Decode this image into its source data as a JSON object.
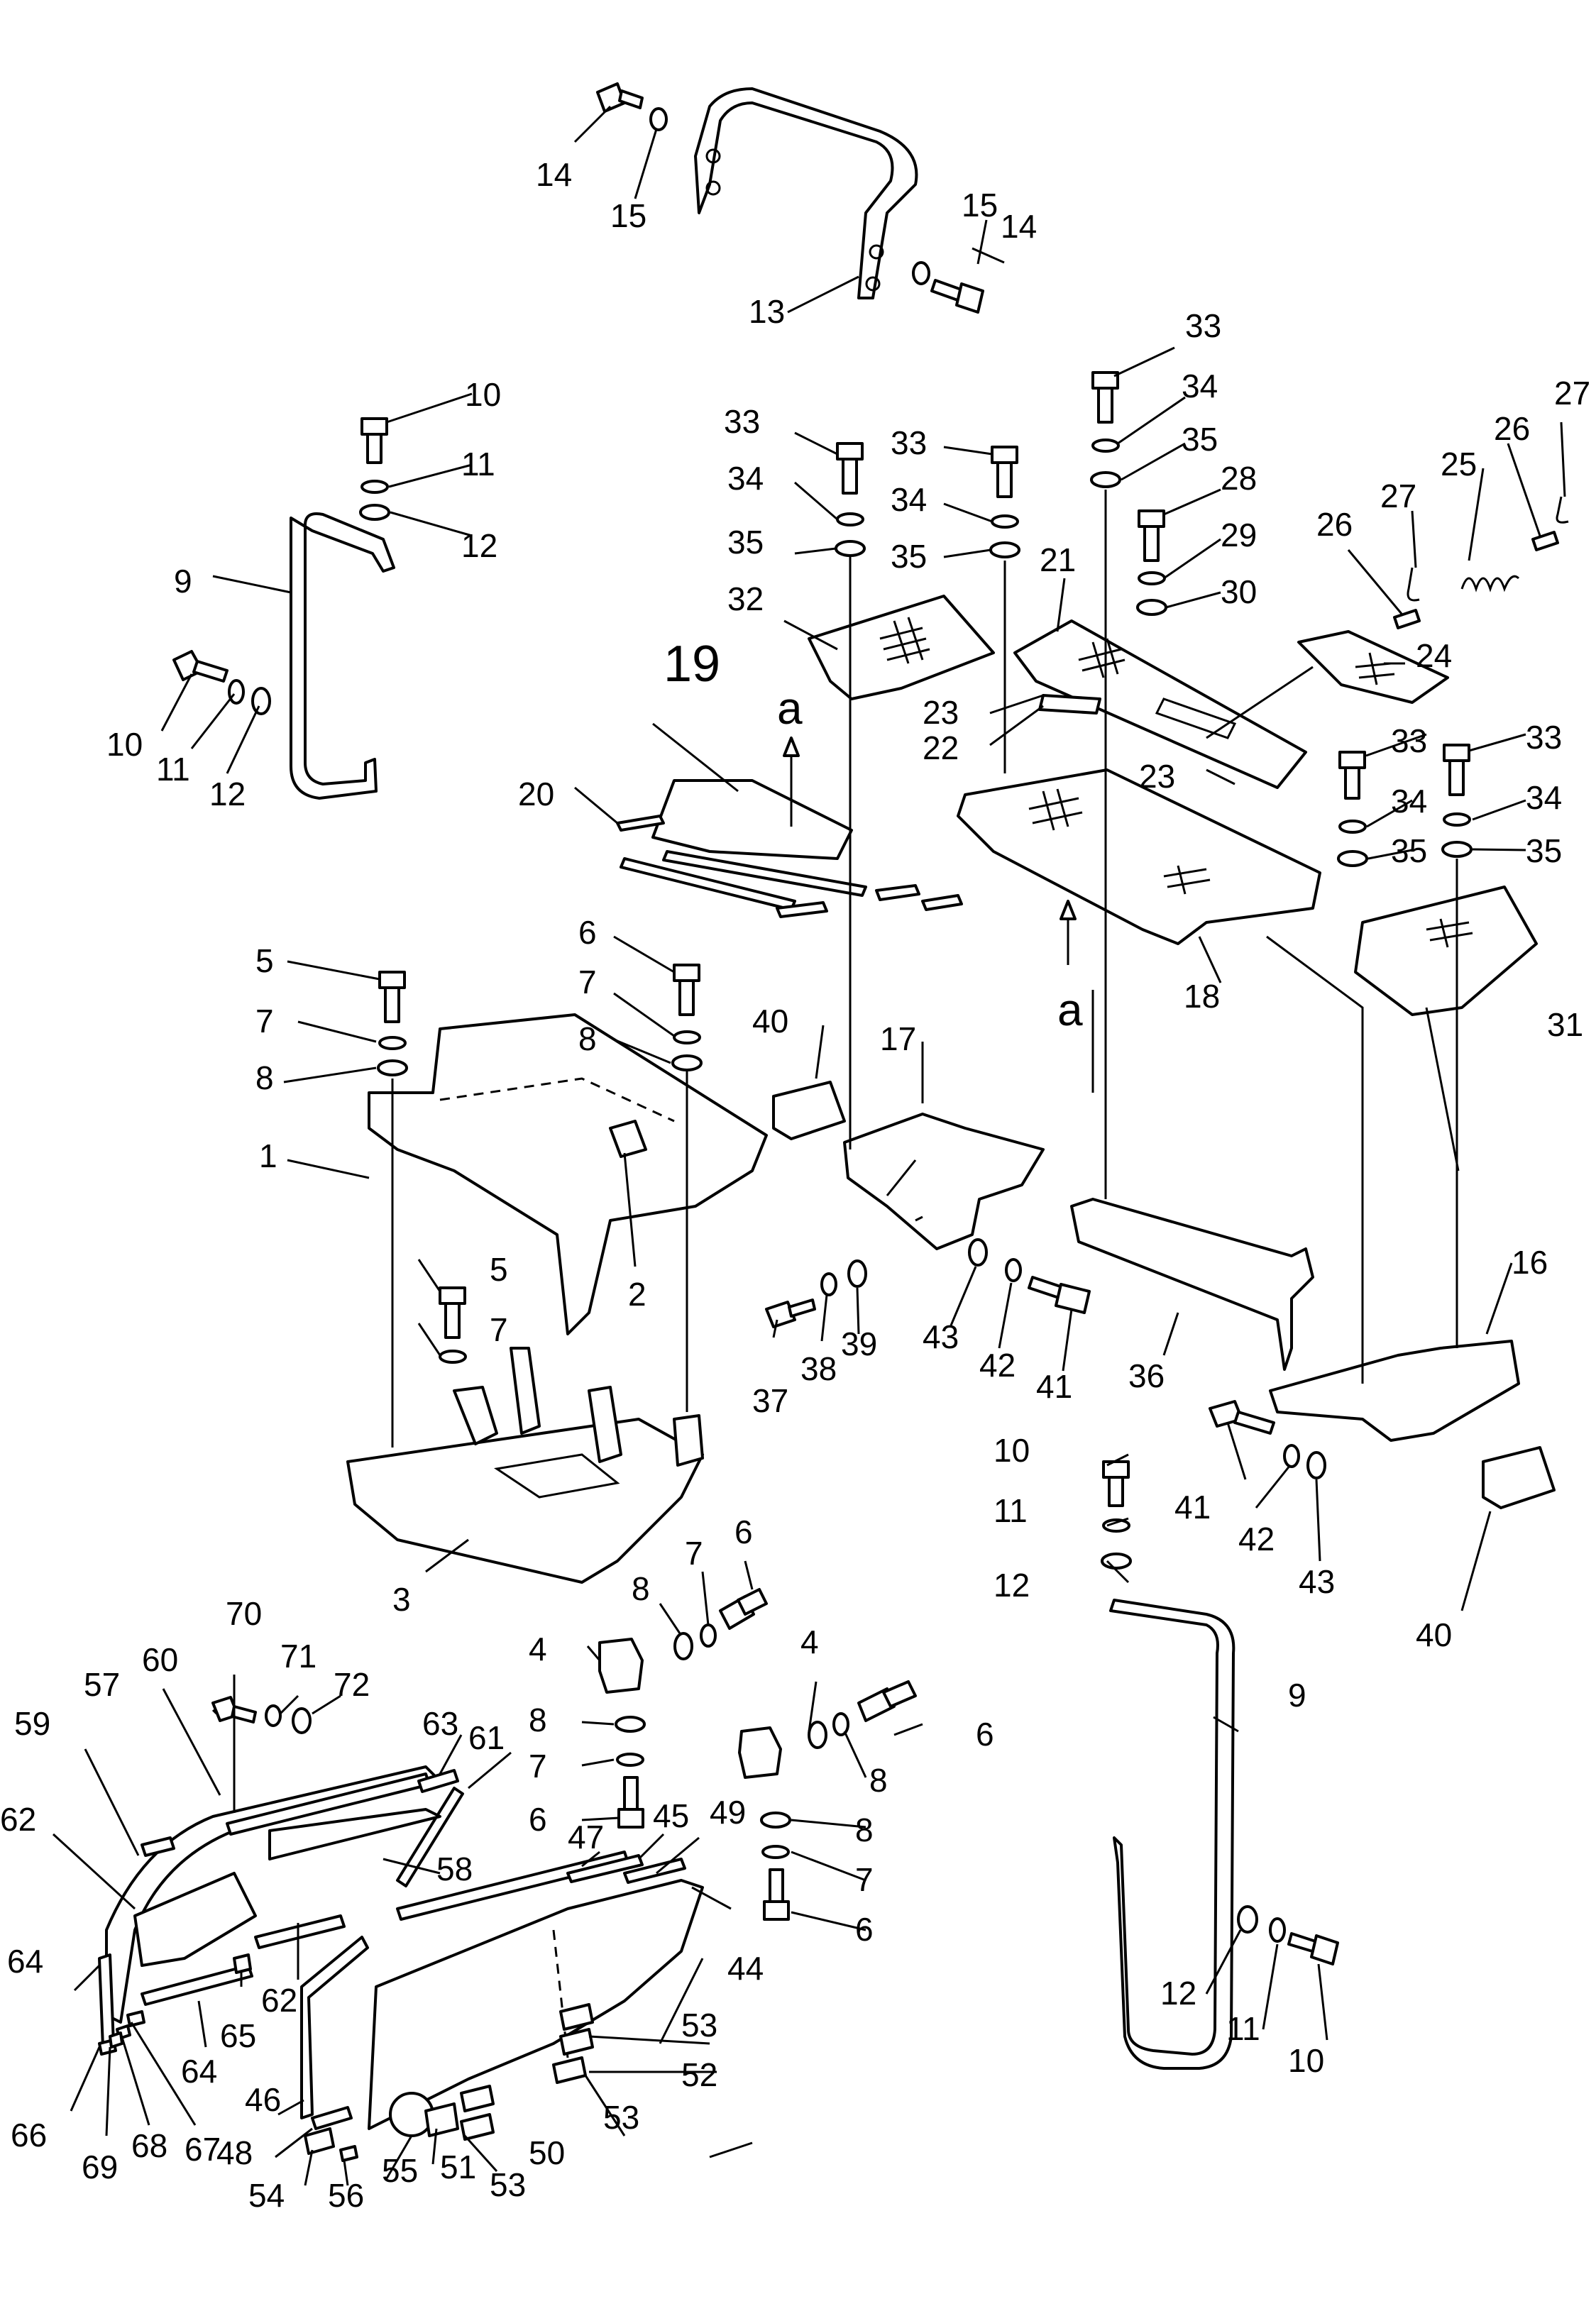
{
  "diagram": {
    "title": "",
    "callouts": {
      "p1": "1",
      "p2": "2",
      "p3": "3",
      "p4a": "4",
      "p4b": "4",
      "p5a": "5",
      "p5b": "5",
      "p6a": "6",
      "p6b": "6",
      "p6c": "6",
      "p6d": "6",
      "p6e": "6",
      "p7a": "7",
      "p7b": "7",
      "p7c": "7",
      "p7d": "7",
      "p7e": "7",
      "p7f": "7",
      "p8a": "8",
      "p8b": "8",
      "p8c": "8",
      "p8d": "8",
      "p8e": "8",
      "p8f": "8",
      "p9a": "9",
      "p9b": "9",
      "p10a": "10",
      "p10b": "10",
      "p10c": "10",
      "p10d": "10",
      "p11a": "11",
      "p11b": "11",
      "p11c": "11",
      "p11d": "11",
      "p12a": "12",
      "p12b": "12",
      "p12c": "12",
      "p12d": "12",
      "p13": "13",
      "p14a": "14",
      "p14b": "14",
      "p15a": "15",
      "p15b": "15",
      "p16": "16",
      "p17": "17",
      "p18": "18",
      "p19": "19",
      "p20": "20",
      "p21": "21",
      "p22": "22",
      "p23a": "23",
      "p23b": "23",
      "p24": "24",
      "p25": "25",
      "p26a": "26",
      "p26b": "26",
      "p27a": "27",
      "p27b": "27",
      "p28": "28",
      "p29": "29",
      "p30": "30",
      "p31": "31",
      "p32": "32",
      "p33a": "33",
      "p33b": "33",
      "p33c": "33",
      "p33d": "33",
      "p33e": "33",
      "p34a": "34",
      "p34b": "34",
      "p34c": "34",
      "p34d": "34",
      "p34e": "34",
      "p35a": "35",
      "p35b": "35",
      "p35c": "35",
      "p35d": "35",
      "p35e": "35",
      "p36": "36",
      "p37": "37",
      "p38": "38",
      "p39": "39",
      "p40a": "40",
      "p40b": "40",
      "p41a": "41",
      "p41b": "41",
      "p42a": "42",
      "p42b": "42",
      "p43a": "43",
      "p43b": "43",
      "p44": "44",
      "p45": "45",
      "p46": "46",
      "p47": "47",
      "p48": "48",
      "p49": "49",
      "p50": "50",
      "p51": "51",
      "p52": "52",
      "p53a": "53",
      "p53b": "53",
      "p53c": "53",
      "p54": "54",
      "p55": "55",
      "p56": "56",
      "p57": "57",
      "p58": "58",
      "p59": "59",
      "p60": "60",
      "p61": "61",
      "p62a": "62",
      "p62b": "62",
      "p63": "63",
      "p64a": "64",
      "p64b": "64",
      "p65": "65",
      "p66": "66",
      "p67": "67",
      "p68": "68",
      "p69": "69",
      "p70": "70",
      "p71": "71",
      "p72": "72"
    },
    "view_marks": {
      "upper": "a",
      "lower": "a"
    }
  }
}
